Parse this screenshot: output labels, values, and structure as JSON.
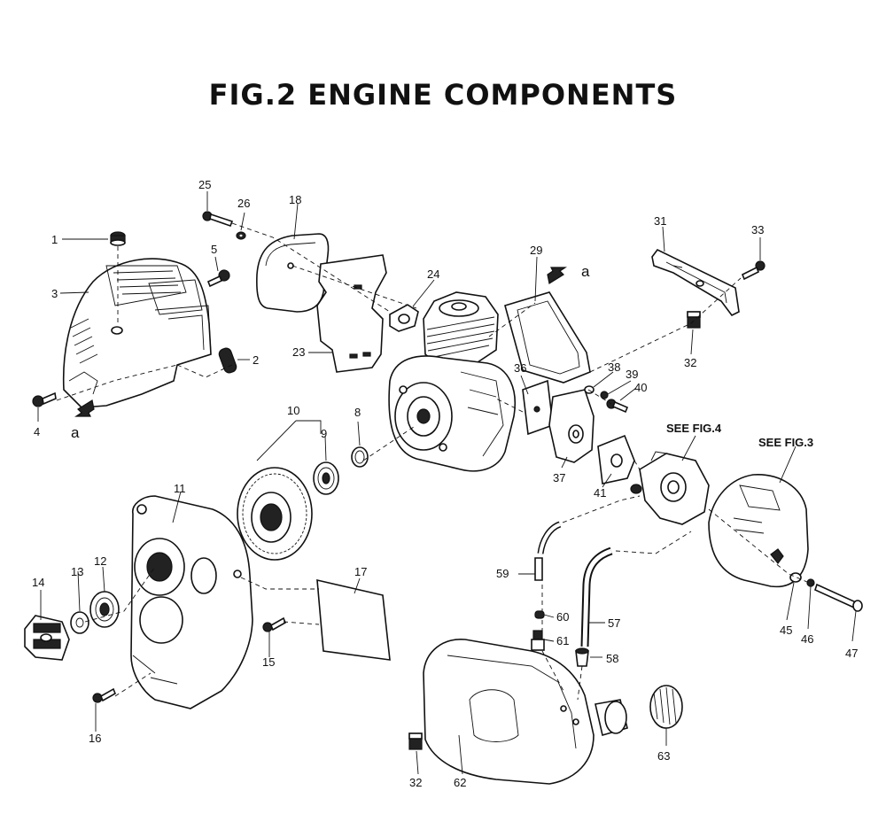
{
  "title": "FIG.2   ENGINE COMPONENTS",
  "part_labels": [
    "1",
    "2",
    "3",
    "4",
    "5",
    "8",
    "9",
    "10",
    "11",
    "12",
    "13",
    "14",
    "15",
    "16",
    "17",
    "18",
    "23",
    "24",
    "25",
    "26",
    "29",
    "31",
    "32",
    "33",
    "36",
    "37",
    "38",
    "39",
    "40",
    "41",
    "45",
    "46",
    "47",
    "57",
    "58",
    "59",
    "60",
    "61",
    "62",
    "63",
    "32"
  ],
  "reference_labels": [
    "SEE FIG.4",
    "SEE FIG.3"
  ],
  "arrow_labels": [
    "a",
    "a"
  ]
}
